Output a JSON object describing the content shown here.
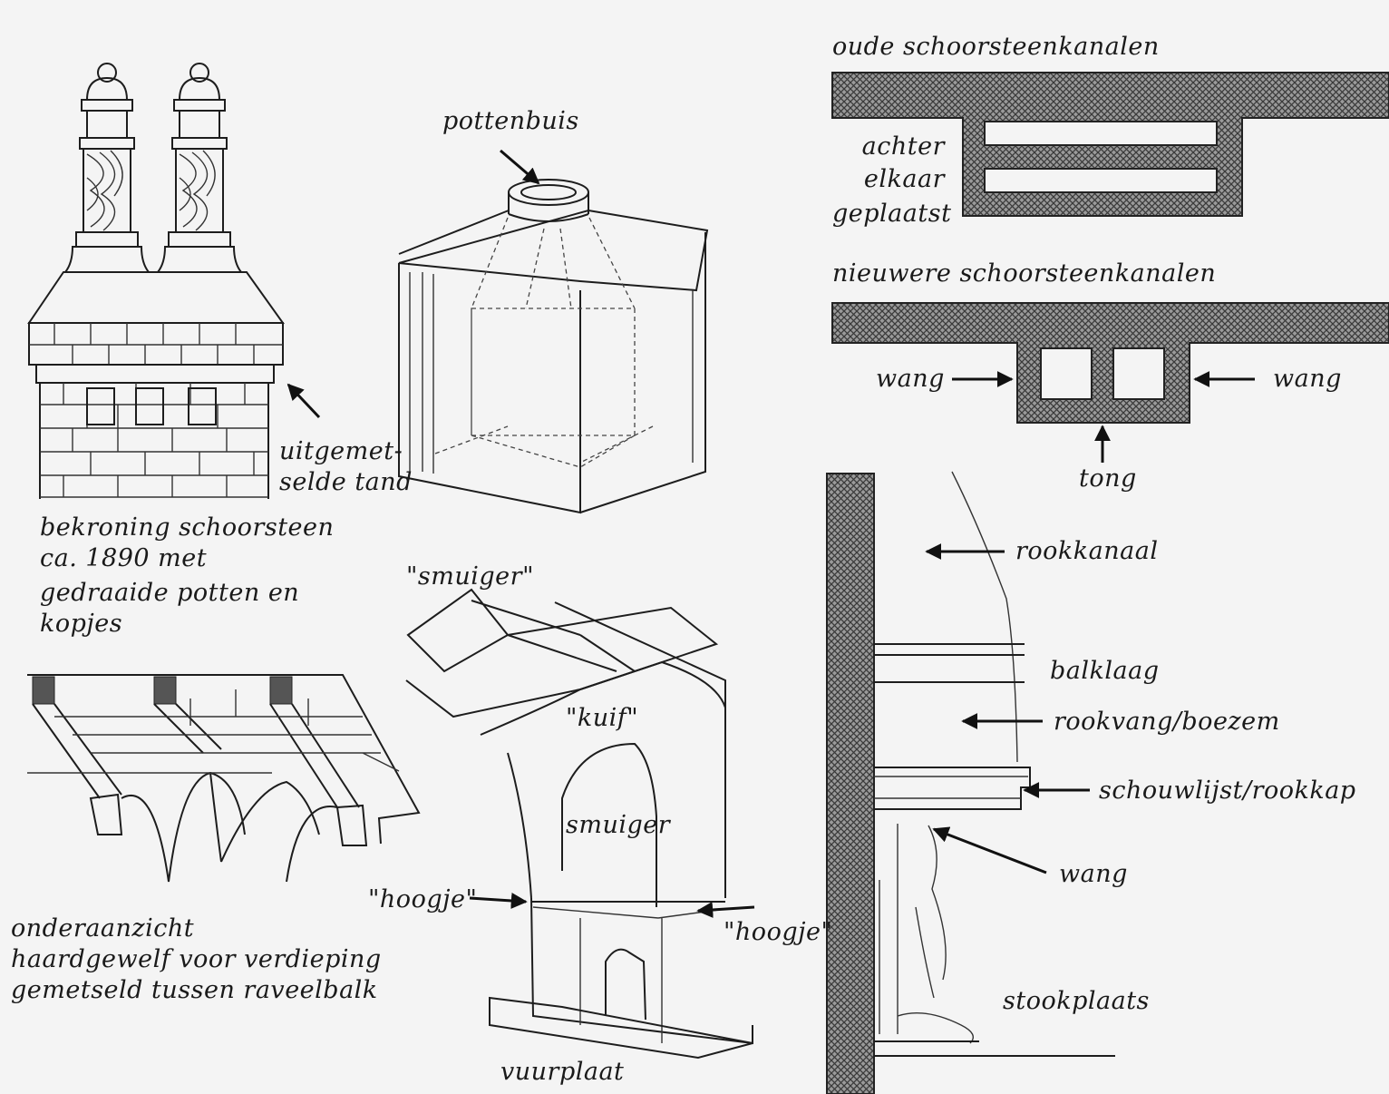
{
  "colors": {
    "ink": "#1a1a1a",
    "paper": "#f4f4f4",
    "hatch": "#555555"
  },
  "labels": {
    "pottenbuis": "pottenbuis",
    "uitgemet": "uitgemet-",
    "selde_tand": "selde tand",
    "bekroning_1": "bekroning schoorsteen",
    "bekroning_2": "ca. 1890 met",
    "bekroning_3": "gedraaide potten en",
    "bekroning_4": "kopjes",
    "oude_kanalen": "oude schoorsteenkanalen",
    "achter": "achter",
    "elkaar": "elkaar",
    "geplaatst": "geplaatst",
    "nieuwere_kanalen": "nieuwere schoorsteenkanalen",
    "wang_left": "wang",
    "wang_right": "wang",
    "tong": "tong",
    "rookkanaal": "rookkanaal",
    "balklaag": "balklaag",
    "rookvang": "rookvang/boezem",
    "schouwlijst": "schouwlijst/rookkap",
    "wang_fire": "wang",
    "stookplaats": "stookplaats",
    "smuiger_quote": "\"smuiger\"",
    "kuif": "\"kuif\"",
    "smuiger": "smuiger",
    "hoogje_left": "\"hoogje\"",
    "hoogje_right": "\"hoogje\"",
    "vuurplaat": "vuurplaat",
    "onder_1": "onderaanzicht",
    "onder_2": "haardgewelf voor verdieping",
    "onder_3": "gemetseld tussen raveelbalk"
  }
}
